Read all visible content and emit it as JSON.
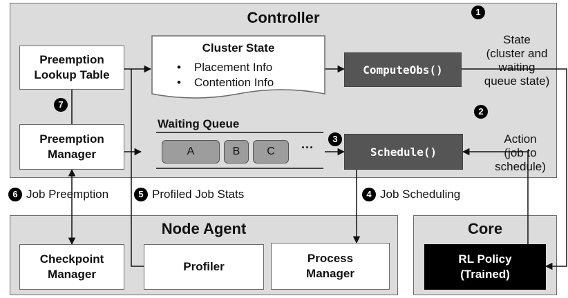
{
  "controller": {
    "title": "Controller",
    "preemption_lookup_table": "Preemption\nLookup Table",
    "preemption_manager": "Preemption\nManager",
    "cluster_state": {
      "title": "Cluster State",
      "items": [
        "Placement Info",
        "Contention Info"
      ]
    },
    "compute_obs": "ComputeObs()",
    "schedule": "Schedule()",
    "waiting_queue": {
      "label": "Waiting Queue",
      "jobs": [
        "A",
        "B",
        "C"
      ],
      "ellipsis": "···"
    }
  },
  "node_agent": {
    "title": "Node Agent",
    "checkpoint_manager": "Checkpoint\nManager",
    "profiler": "Profiler",
    "process_manager": "Process\nManager"
  },
  "core": {
    "title": "Core",
    "rl_policy": "RL Policy\n(Trained)"
  },
  "annotations": {
    "state": {
      "num": "1",
      "text": "State\n(cluster and\nwaiting\nqueue state)"
    },
    "action": {
      "num": "2",
      "text": "Action\n(job to\nschedule)"
    },
    "schedule_step": {
      "num": "3"
    },
    "job_scheduling": {
      "num": "4",
      "text": "Job Scheduling"
    },
    "profiled_job_stats": {
      "num": "5",
      "text": "Profiled Job Stats"
    },
    "job_preemption": {
      "num": "6",
      "text": "Job Preemption"
    },
    "lookup_link": {
      "num": "7"
    }
  }
}
